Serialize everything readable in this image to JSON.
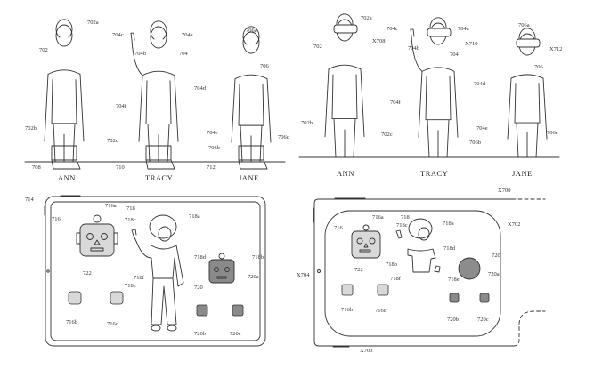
{
  "colors": {
    "line": "#333333",
    "robot_light": "#d9d9d9",
    "robot_dark": "#8a8a8a",
    "circle": "#8c8c8c"
  },
  "top_left": {
    "names": [
      "ANN",
      "TRACY",
      "JANE"
    ],
    "labels": [
      "702a",
      "702",
      "702b",
      "702c",
      "704c",
      "704a",
      "704b",
      "704",
      "704d",
      "704f",
      "704e",
      "706a",
      "706",
      "706b",
      "706c",
      "708",
      "710",
      "712"
    ]
  },
  "top_right": {
    "names": [
      "ANN",
      "TRACY",
      "JANE"
    ],
    "labels": [
      "702a",
      "X708",
      "702",
      "702b",
      "702c",
      "704c",
      "704a",
      "X710",
      "704b",
      "704",
      "704d",
      "704f",
      "704e",
      "706a",
      "X712",
      "706",
      "706b",
      "706c"
    ]
  },
  "bottom_left": {
    "labels": [
      "714",
      "716",
      "716a",
      "722",
      "718",
      "718a",
      "718c",
      "718d",
      "718b",
      "718f",
      "718e",
      "720",
      "720a",
      "716b",
      "716c",
      "720b",
      "720c"
    ]
  },
  "bottom_right": {
    "labels": [
      "X700",
      "X702",
      "X704",
      "X703",
      "716",
      "716a",
      "722",
      "718",
      "718a",
      "718c",
      "718d",
      "718b",
      "718f",
      "718e",
      "720",
      "720a",
      "716b",
      "716c",
      "720b",
      "720c"
    ]
  }
}
